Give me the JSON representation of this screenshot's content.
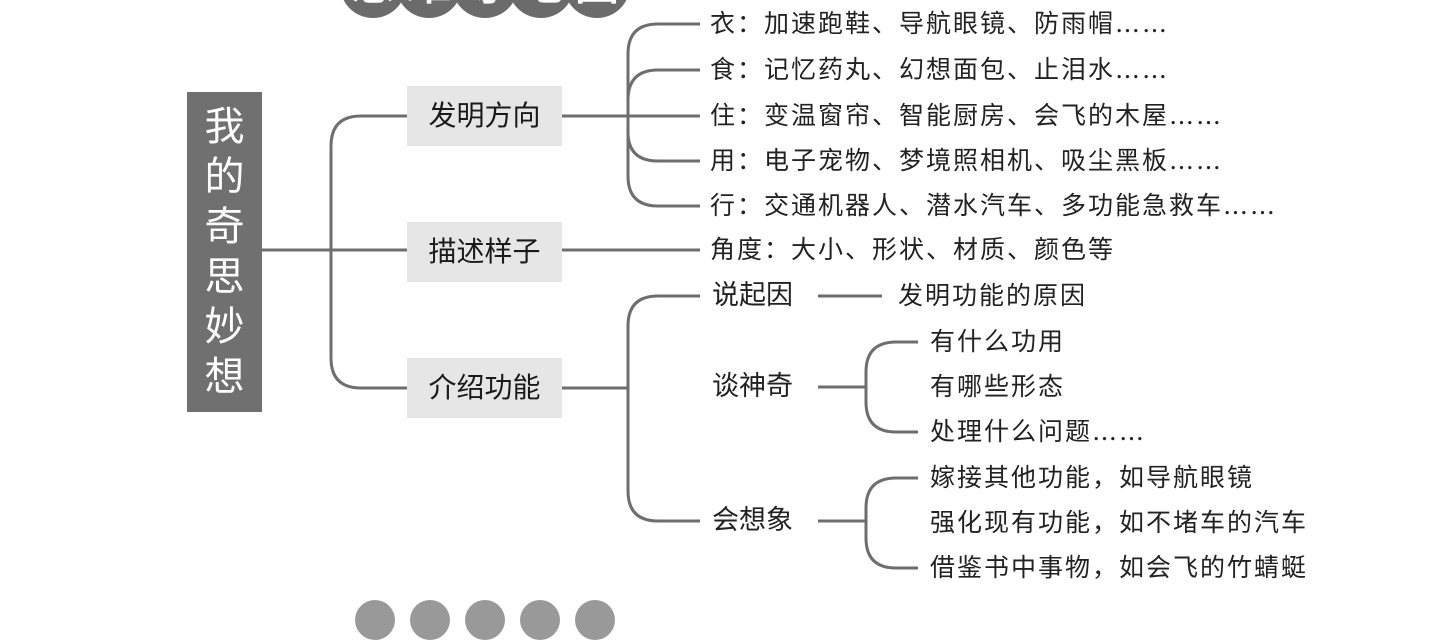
{
  "header": {
    "chars": [
      "思",
      "维",
      "导",
      "地",
      "图"
    ]
  },
  "root": {
    "chars": [
      "我",
      "的",
      "奇",
      "思",
      "妙",
      "想"
    ]
  },
  "branches": {
    "invention": {
      "label": "发明方向",
      "items": [
        "衣：加速跑鞋、导航眼镜、防雨帽……",
        "食：记忆药丸、幻想面包、止泪水……",
        "住：变温窗帘、智能厨房、会飞的木屋……",
        "用：电子宠物、梦境照相机、吸尘黑板……",
        "行：交通机器人、潜水汽车、多功能急救车……"
      ]
    },
    "describe": {
      "label": "描述样子",
      "item": "角度：大小、形状、材质、颜色等"
    },
    "function": {
      "label": "介绍功能",
      "reason": {
        "label": "说起因",
        "item": "发明功能的原因"
      },
      "magic": {
        "label": "谈神奇",
        "items": [
          "有什么功用",
          "有哪些形态",
          "处理什么问题……"
        ]
      },
      "imagine": {
        "label": "会想象",
        "items": [
          "嫁接其他功能，如导航眼镜",
          "强化现有功能，如不堵车的汽车",
          "借鉴书中事物，如会飞的竹蜻蜓"
        ]
      }
    }
  }
}
